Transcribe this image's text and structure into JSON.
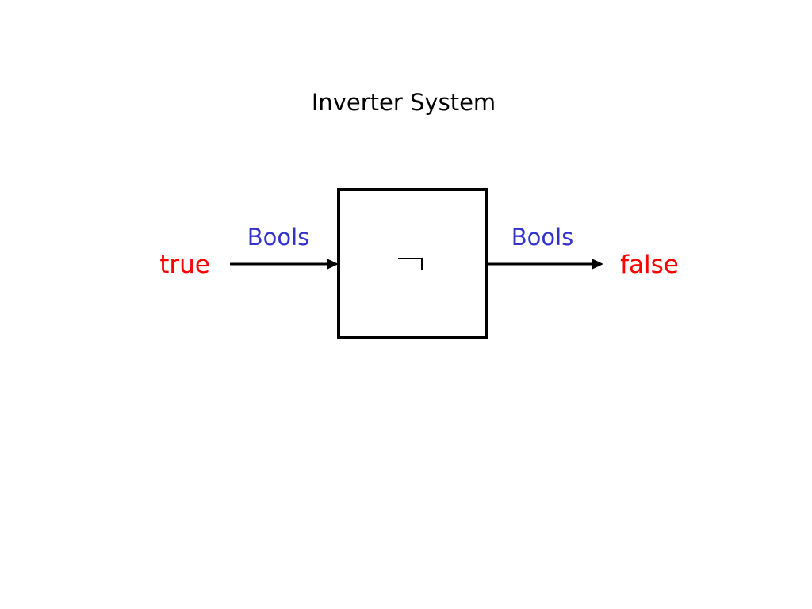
{
  "title": "Inverter System",
  "input": {
    "type_label": "Bools",
    "value": "true"
  },
  "output": {
    "type_label": "Bools",
    "value": "false"
  },
  "block": {
    "operator": "negation-symbol"
  },
  "colors": {
    "title": "#000000",
    "type_label": "#3333cc",
    "value": "#ff0000",
    "lines": "#000000"
  }
}
